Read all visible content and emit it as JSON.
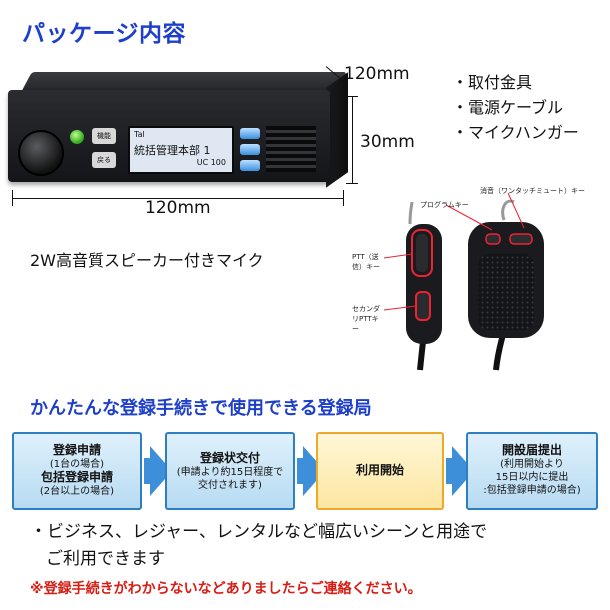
{
  "title": "パッケージ内容",
  "radio": {
    "btn1": "機能",
    "btn2": "戻る",
    "lcd_signal": "Tal",
    "lcd_line1": "統括管理本部 1",
    "lcd_line2": "UC 100"
  },
  "dimensions": {
    "depth": "120mm",
    "height": "30mm",
    "width": "120mm"
  },
  "accessories": [
    "・取付金具",
    "・電源ケーブル",
    "・マイクハンガー"
  ],
  "speaker_caption": "2W高音質スピーカー付きマイク",
  "mic_labels": {
    "mute": "消音（ワンタッチミュート）キー",
    "program": "プログラムキー",
    "ptt": "PTT（送信）キー",
    "secondary": "セカンダリPTTキー"
  },
  "registration": {
    "title": "かんたんな登録手続きで使用できる登録局",
    "steps": [
      {
        "l1": "登録申請",
        "l2": "(1台の場合)",
        "l3": "包括登録申請",
        "l4": "(2台以上の場合)"
      },
      {
        "l1": "登録状交付",
        "l2": "(申請より約15日程度で",
        "l3": "交付されます)"
      },
      {
        "l1": "利用開始"
      },
      {
        "l1": "開設届提出",
        "l2": "(利用開始より",
        "l3": "15日以内に提出",
        "l4": ":包括登録申請の場合)"
      }
    ]
  },
  "bullet_line1": "・ビジネス、レジャー、レンタルなど幅広いシーンと用途で",
  "bullet_line2": "ご利用できます",
  "note": "※登録手続きがわからないなどありましたらご連絡ください。"
}
